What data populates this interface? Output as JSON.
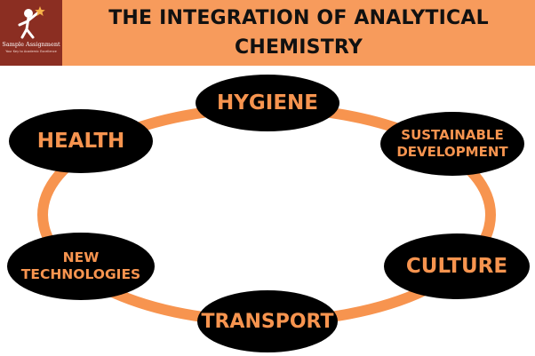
{
  "header": {
    "logo": {
      "name": "Sample Assignment",
      "tagline": "Your Key to Academic Excellence",
      "icon": "figure-holding-star-icon",
      "background_color": "#8b2e22"
    },
    "title_line_1": "THE INTEGRATION OF ANALYTICAL",
    "title_line_2": "CHEMISTRY",
    "banner_color": "#f79b5c"
  },
  "diagram": {
    "ring_color": "#f7944f",
    "node_fill": "#000000",
    "label_color": "#f7944f",
    "nodes": [
      {
        "id": "hygiene",
        "label": "HYGIENE"
      },
      {
        "id": "health",
        "label": "HEALTH"
      },
      {
        "id": "sustainable",
        "label": "SUSTAINABLE\nDEVELOPMENT"
      },
      {
        "id": "new-technologies",
        "label": "NEW\nTECHNOLOGIES"
      },
      {
        "id": "culture",
        "label": "CULTURE"
      },
      {
        "id": "transport",
        "label": "TRANSPORT"
      }
    ]
  }
}
